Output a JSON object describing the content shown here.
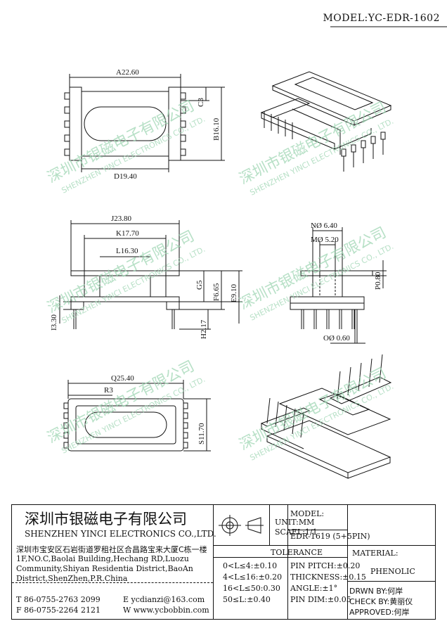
{
  "header": {
    "model": "MODEL:YC-EDR-1602"
  },
  "dimensions": {
    "a": "A22.60",
    "b": "B16.10",
    "c": "C3",
    "d": "D19.40",
    "j": "J23.80",
    "k": "K17.70",
    "l": "L16.30",
    "g": "G5",
    "f": "F6.65",
    "e": "E9.10",
    "h": "H2.17",
    "i": "I3.30",
    "n": "NØ 6.40",
    "m": "MØ 5.20",
    "p": "P0.80",
    "o": "OØ 0.60",
    "q": "Q25.40",
    "r": "R3",
    "s": "S11.70"
  },
  "watermark": {
    "cn": "深圳市银磁电子有限公司",
    "en": "SHENZHEN YINCI ELECTRONICS CO., LTD."
  },
  "titleblock": {
    "company_cn": "深圳市银磁电子有限公司",
    "company_en": "SHENZHEN YINCI ELECTRONICS CO.,LTD.",
    "address_cn": "深圳市宝安区石岩街道罗租社区合昌路宝来大厦C栋一楼",
    "address_en_1": "1F,NO.C,Baolai Building,Hechang RD,Luozu",
    "address_en_2": "Community,Shiyan Residentia District,BaoAn",
    "address_en_3": "District,ShenZhen,P.R.China",
    "tel": "T 86-0755-2763 2099",
    "fax": "F 86-0755-2264 2121",
    "email": "E ycdianzi@163.com",
    "web": "W www.ycbobbin.com",
    "unit": "UNIT:MM",
    "scale": "SCAEL:1/1",
    "tolerance_title": "TOLERANCE",
    "tol_1": "0<L≤4:±0.10",
    "tol_2": "4<L≤16:±0.20",
    "tol_3": "16<L≤50:0.30",
    "tol_4": "50≤L:±0.40",
    "tol_5": "PIN PITCH:±0.20",
    "tol_6": "THICKNESS:±0.15",
    "tol_7": "ANGLE:±1°",
    "tol_8": "PIN DIM:±0.05",
    "model_label": "MODEL:",
    "model_value": "EDR-1619 (5+5PIN)",
    "material_label": "MATERIAL:",
    "material_value": "PHENOLIC",
    "drawn": "DRWN BY:何岸",
    "check": "CHECK BY:黄丽仪",
    "approved": "APPROVED:何岸"
  }
}
